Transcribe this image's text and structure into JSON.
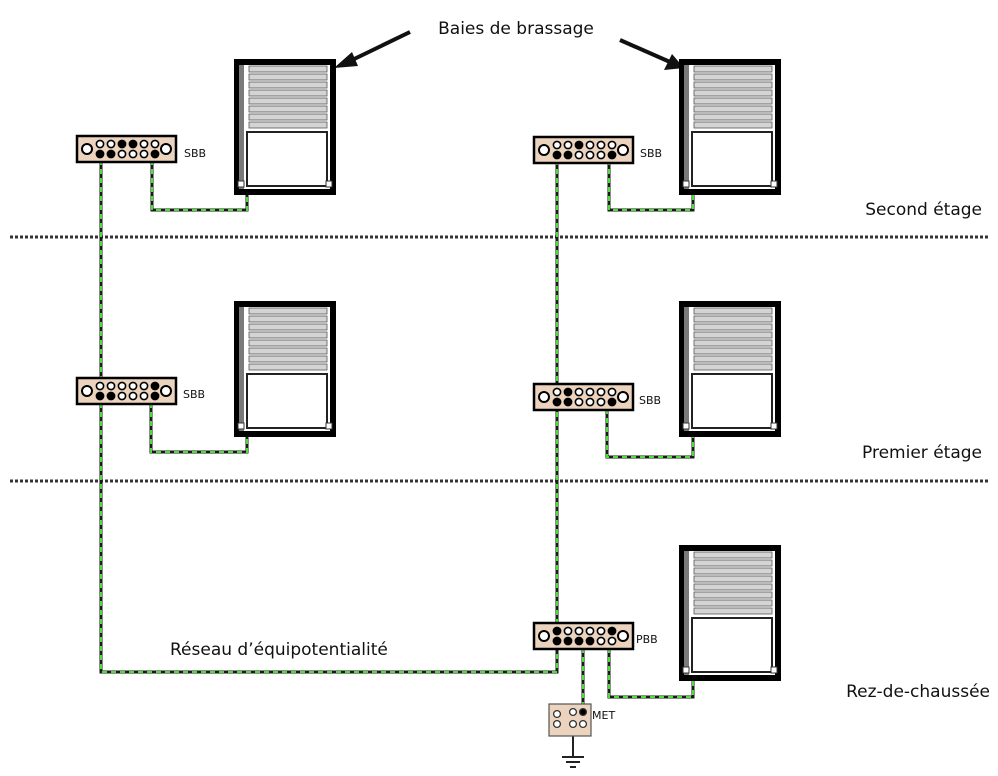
{
  "labels": {
    "title": "Baies de brassage",
    "network": "Réseau d’équipotentialité",
    "floors": {
      "second": "Second étage",
      "first": "Premier étage",
      "ground": "Rez-de-chaussée"
    },
    "bars": {
      "sbb": "SBB",
      "pbb": "PBB",
      "met": "MET"
    }
  },
  "colors": {
    "bar_fill": "#ebd3bd",
    "wire": "#4ddc3a",
    "rack_border": "#000000",
    "rack_panel": "#d4d4d4"
  }
}
